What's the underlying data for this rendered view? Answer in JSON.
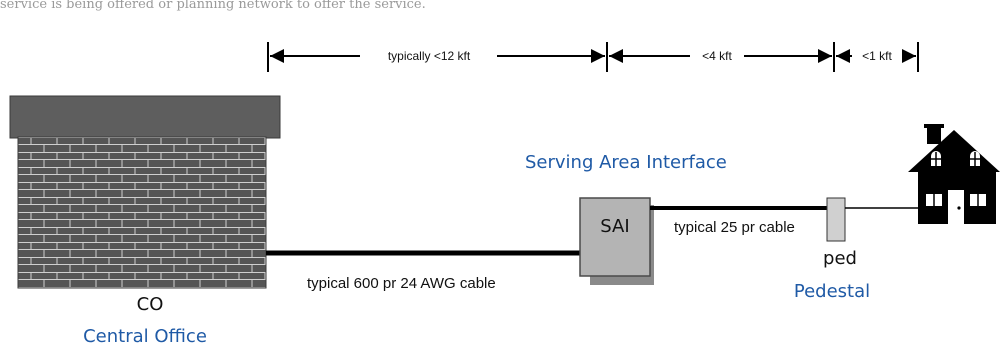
{
  "header_text": "service is being offered or planning network to offer the service.",
  "dimensions": {
    "seg1": "typically <12 kft",
    "seg2": "<4 kft",
    "seg3": "<1 kft"
  },
  "central_office": {
    "abbr": "CO",
    "name": "Central Office"
  },
  "sai": {
    "abbr": "SAI",
    "name": "Serving Area Interface"
  },
  "pedestal": {
    "abbr": "ped",
    "name": "Pedestal"
  },
  "cables": {
    "feeder": "typical 600 pr 24 AWG cable",
    "distribution": "typical 25 pr cable"
  },
  "colors": {
    "building": "#555555",
    "label_blue": "#1f5aa6",
    "sai_box": "#b4b4b4"
  }
}
